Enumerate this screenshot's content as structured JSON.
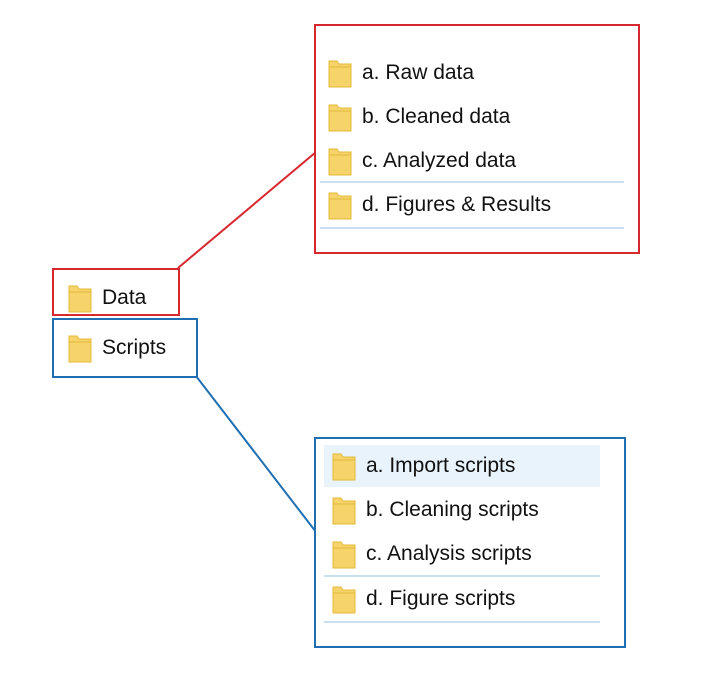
{
  "root_folders": [
    {
      "label": "Data",
      "icon": "folder-icon"
    },
    {
      "label": "Scripts",
      "icon": "folder-icon"
    }
  ],
  "data_subfolders": [
    {
      "label": "a. Raw data",
      "icon": "folder-icon"
    },
    {
      "label": "b. Cleaned data",
      "icon": "folder-icon"
    },
    {
      "label": "c. Analyzed data",
      "icon": "folder-icon"
    },
    {
      "label": "d. Figures & Results",
      "icon": "folder-icon"
    }
  ],
  "scripts_subfolders": [
    {
      "label": "a. Import scripts",
      "icon": "folder-icon"
    },
    {
      "label": "b. Cleaning scripts",
      "icon": "folder-icon"
    },
    {
      "label": "c. Analysis scripts",
      "icon": "folder-icon"
    },
    {
      "label": "d. Figure scripts",
      "icon": "folder-icon"
    }
  ],
  "colors": {
    "data_outline": "#d7272f",
    "scripts_outline": "#1f6fb2",
    "folder_fill": "#f6d469",
    "folder_edge": "#e3b93a",
    "selection": "#e8f3fb"
  }
}
